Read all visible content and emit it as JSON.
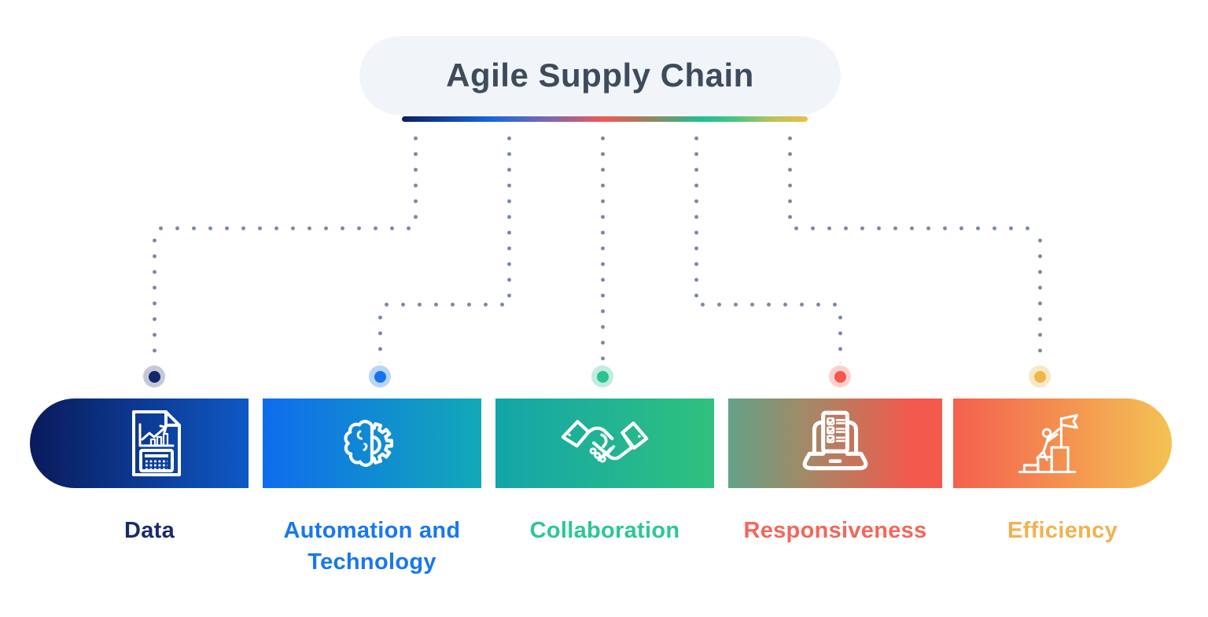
{
  "title": {
    "text": "Agile Supply Chain",
    "text_color": "#3E4B5C",
    "pill_background": "#F1F5F9",
    "underline_gradient": [
      "#0A1F63 0%",
      "#1A66E0 22%",
      "#7A68B2 36%",
      "#EF5A52 50%",
      "#8D8A64 62%",
      "#1FBF94 74%",
      "#46C585 82%",
      "#B7C25F 91%",
      "#ECBD4A 100%"
    ]
  },
  "connectors": {
    "color": "#7789A3"
  },
  "pillars": [
    {
      "label": "Data",
      "label_color": "#1B2A6B",
      "dot_color": "#15266B",
      "halo_color": "rgba(21,38,107,0.25)",
      "bar_gradient": [
        "#0A1A5C 0%",
        "#0E59C6 100%"
      ],
      "icon": "report-chart-calculator-icon"
    },
    {
      "label": "Automation and Technology",
      "label_color": "#1877F2",
      "dot_color": "#1474F0",
      "halo_color": "rgba(20,116,240,0.30)",
      "bar_gradient": [
        "#0F6CEE 0%",
        "#12A9B8 100%"
      ],
      "icon": "brain-gear-icon"
    },
    {
      "label": "Collaboration",
      "label_color": "#2BC796",
      "dot_color": "#2BC193",
      "halo_color": "rgba(43,193,147,0.30)",
      "bar_gradient": [
        "#13A5A9 0%",
        "#30C17E 100%"
      ],
      "icon": "handshake-icon"
    },
    {
      "label": "Responsiveness",
      "label_color": "#F4665A",
      "dot_color": "#F4584C",
      "halo_color": "rgba(244,88,76,0.28)",
      "bar_gradient": [
        "#63A289 0%",
        "#A18A68 35%",
        "#F15A4C 85%"
      ],
      "icon": "laptop-checklist-icon"
    },
    {
      "label": "Efficiency",
      "label_color": "#F2B14E",
      "dot_color": "#F0B648",
      "halo_color": "rgba(240,182,72,0.32)",
      "bar_gradient": [
        "#F4604E 0%",
        "#F4C253 100%"
      ],
      "icon": "goal-achievement-icon"
    }
  ]
}
